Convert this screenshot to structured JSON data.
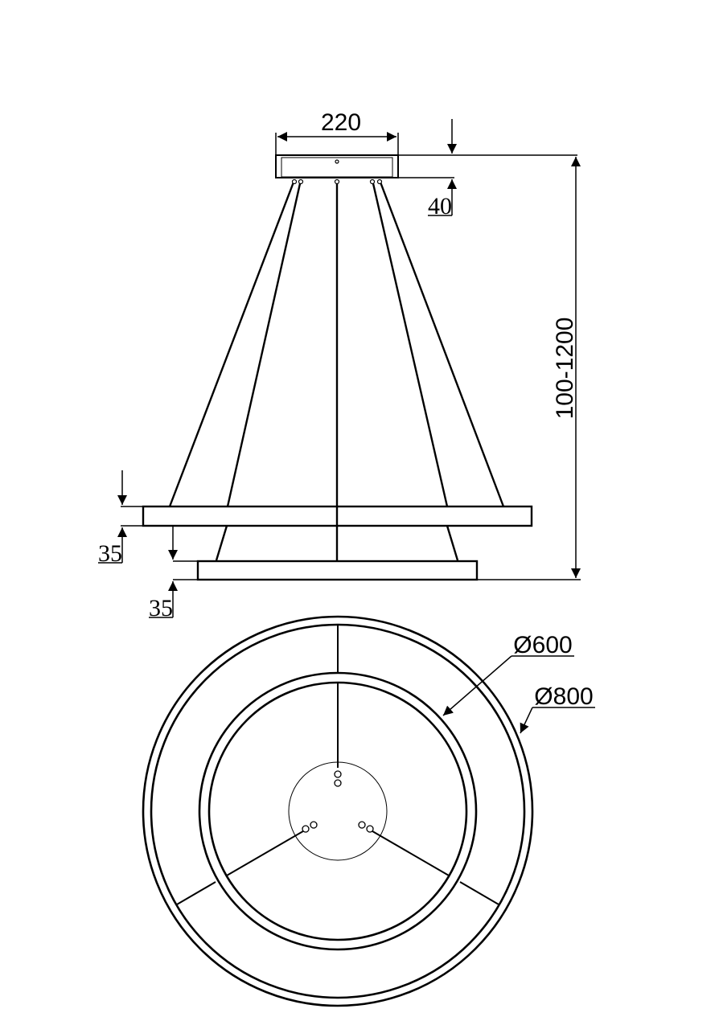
{
  "drawing": {
    "line_color": "#000000",
    "background": "#ffffff",
    "side_view": {
      "canopy_width_label": "220",
      "canopy_height_label": "40",
      "suspension_length_label": "100-1200",
      "upper_ring_thickness_label": "35",
      "lower_ring_thickness_label": "35"
    },
    "top_view": {
      "inner_ring_diameter_label": "Ø600",
      "outer_ring_diameter_label": "Ø800"
    }
  }
}
